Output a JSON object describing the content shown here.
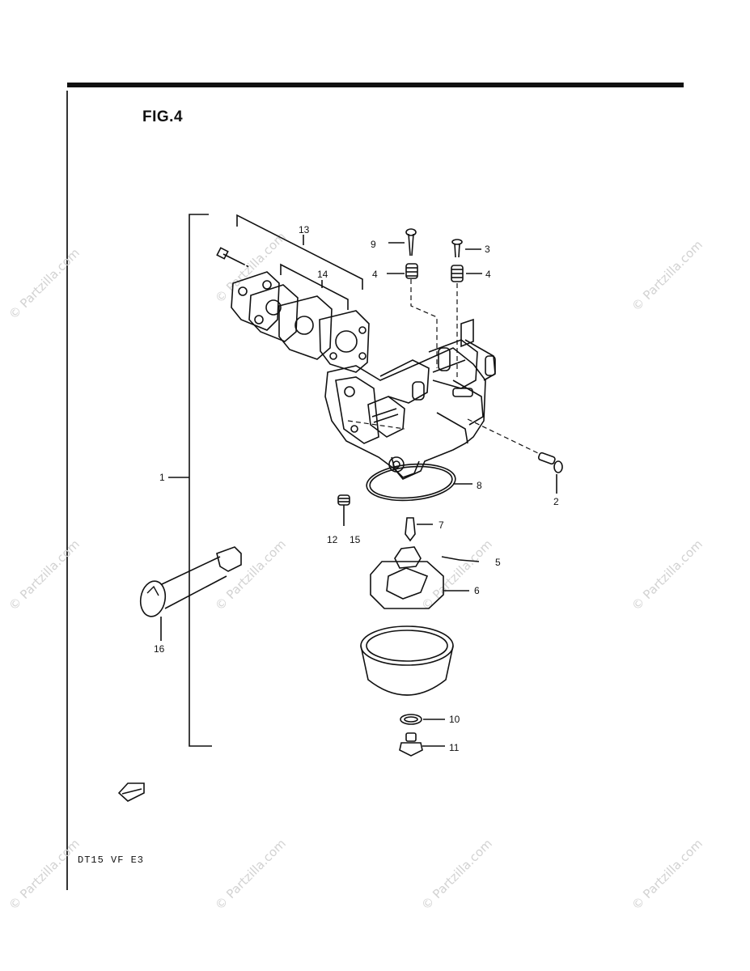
{
  "figure": {
    "title": "FIG.4",
    "model": "DT15  VF  E3"
  },
  "watermark": {
    "text": "© Partzilla.com"
  },
  "parts": [
    {
      "id": "1",
      "label": "1"
    },
    {
      "id": "2",
      "label": "2"
    },
    {
      "id": "3",
      "label": "3"
    },
    {
      "id": "4a",
      "label": "4"
    },
    {
      "id": "4b",
      "label": "4"
    },
    {
      "id": "5",
      "label": "5"
    },
    {
      "id": "6",
      "label": "6"
    },
    {
      "id": "7",
      "label": "7"
    },
    {
      "id": "8",
      "label": "8"
    },
    {
      "id": "9",
      "label": "9"
    },
    {
      "id": "10",
      "label": "10"
    },
    {
      "id": "11",
      "label": "11"
    },
    {
      "id": "12",
      "label": "12"
    },
    {
      "id": "13",
      "label": "13"
    },
    {
      "id": "14",
      "label": "14"
    },
    {
      "id": "15",
      "label": "15"
    },
    {
      "id": "16",
      "label": "16"
    }
  ],
  "fwd_icon": {
    "name": "fwd-arrow-icon",
    "text": "FWD"
  }
}
